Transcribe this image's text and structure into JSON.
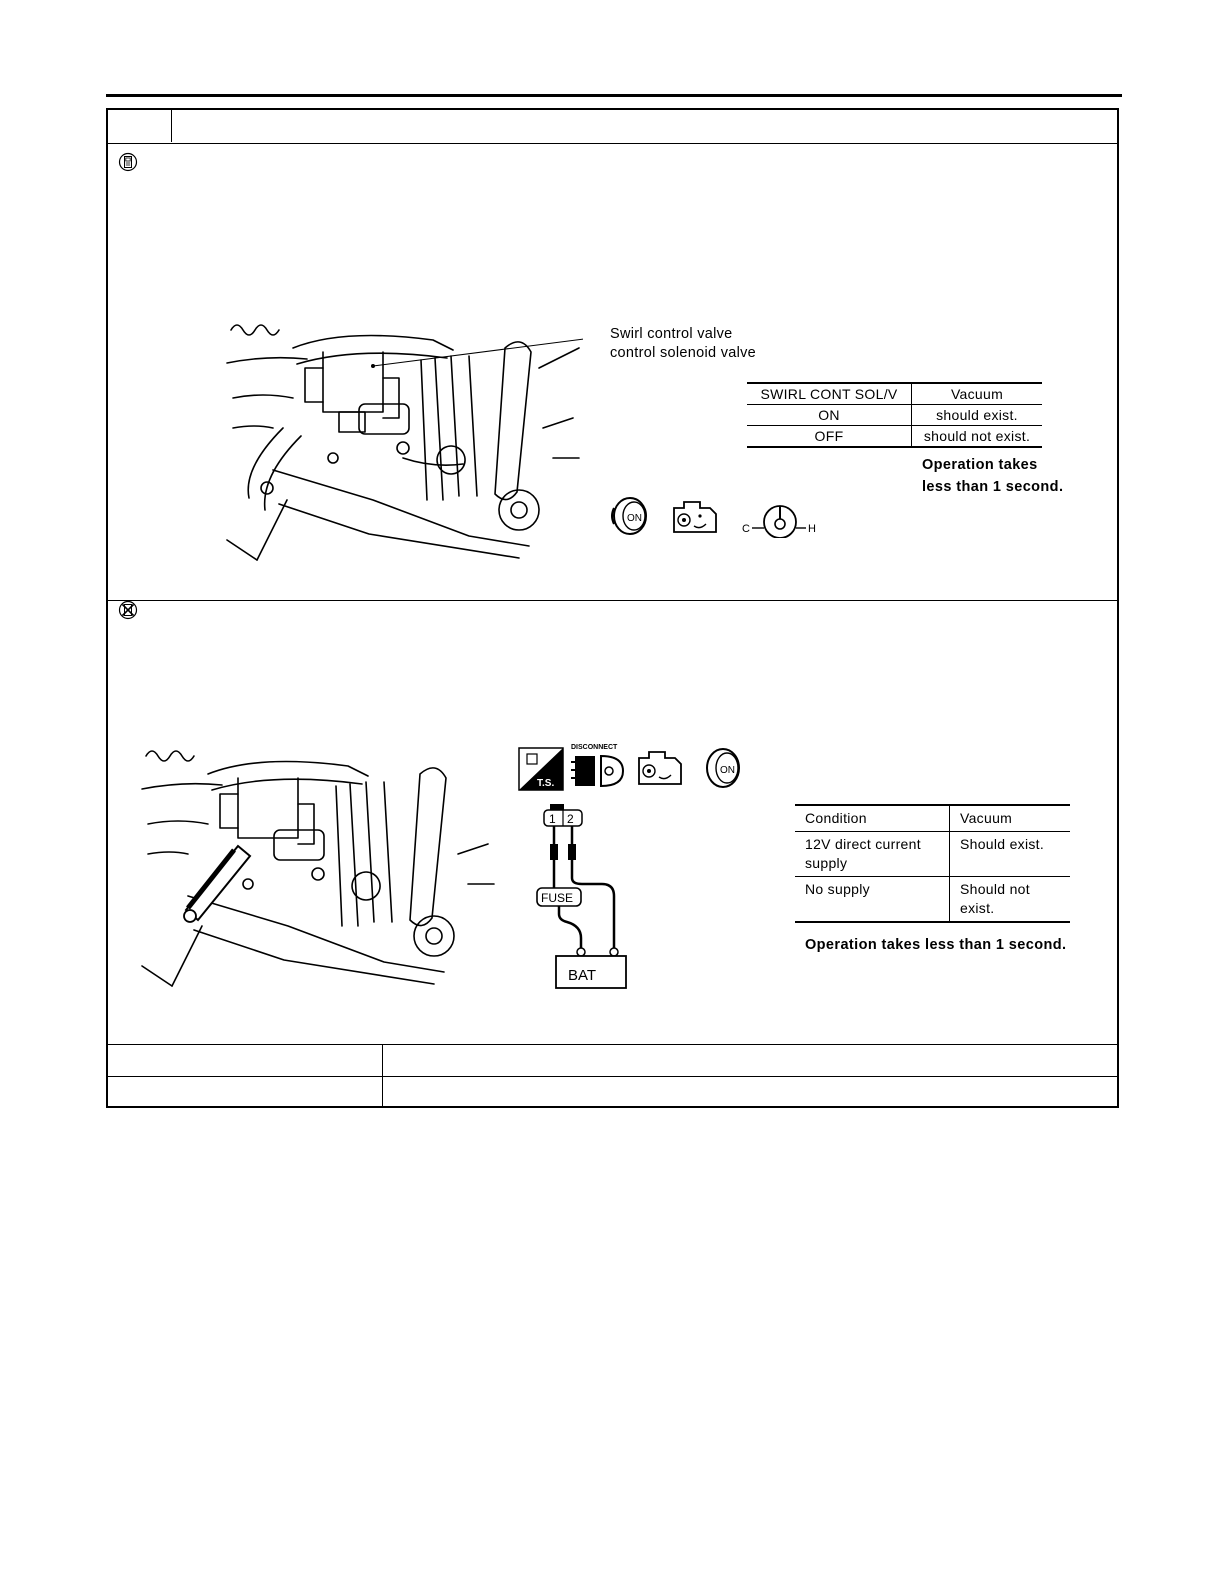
{
  "section1": {
    "callout": [
      "Swirl control valve",
      "control solenoid valve"
    ],
    "table": {
      "headers": [
        "SWIRL CONT SOL/V",
        "Vacuum"
      ],
      "rows": [
        [
          "ON",
          "should exist."
        ],
        [
          "OFF",
          "should not exist."
        ]
      ]
    },
    "note": [
      "Operation takes",
      "less than 1 second."
    ],
    "icons": [
      "ignition-on-icon",
      "engine-running-icon",
      "temperature-gauge-icon"
    ],
    "gauge_labels": {
      "cold": "C",
      "hot": "H"
    },
    "key_label": "ON"
  },
  "section2": {
    "icons": [
      "tools-ts-icon",
      "disconnect-icon",
      "engine-running-icon",
      "ignition-on-icon"
    ],
    "disconnect_label": "DISCONNECT",
    "ts_label": "T.S.",
    "key_label": "ON",
    "wiring": {
      "terminals": [
        "1",
        "2"
      ],
      "fuse_label": "FUSE",
      "battery_label": "BAT"
    },
    "table": {
      "headers": [
        "Condition",
        "Vacuum"
      ],
      "rows": [
        [
          "12V direct current supply",
          "Should exist."
        ],
        [
          "No supply",
          "Should not exist."
        ]
      ]
    },
    "note": "Operation takes less than 1 second."
  }
}
